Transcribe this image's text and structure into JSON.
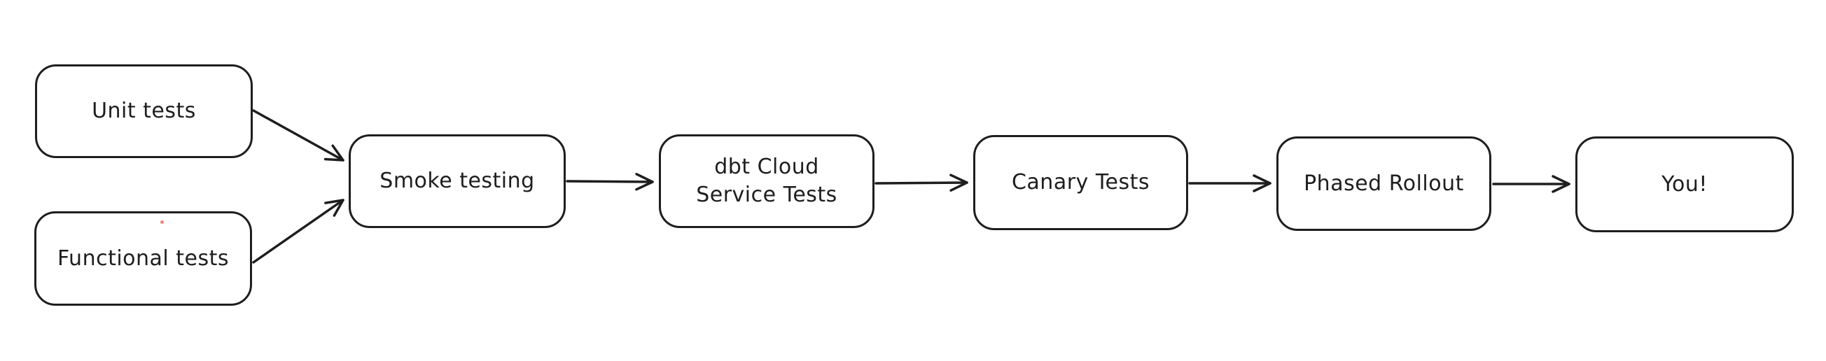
{
  "nodes": [
    {
      "id": "unit-tests",
      "label": "Unit tests"
    },
    {
      "id": "functional-tests",
      "label": "Functional tests"
    },
    {
      "id": "smoke-testing",
      "label": "Smoke testing"
    },
    {
      "id": "dbt-cloud-service-tests",
      "label": "dbt Cloud\nService Tests"
    },
    {
      "id": "canary-tests",
      "label": "Canary Tests"
    },
    {
      "id": "phased-rollout",
      "label": "Phased Rollout"
    },
    {
      "id": "you",
      "label": "You!"
    }
  ],
  "edges": [
    {
      "from": "unit-tests",
      "to": "smoke-testing"
    },
    {
      "from": "functional-tests",
      "to": "smoke-testing"
    },
    {
      "from": "smoke-testing",
      "to": "dbt-cloud-service-tests"
    },
    {
      "from": "dbt-cloud-service-tests",
      "to": "canary-tests"
    },
    {
      "from": "canary-tests",
      "to": "phased-rollout"
    },
    {
      "from": "phased-rollout",
      "to": "you"
    }
  ],
  "colors": {
    "stroke": "#1e1e1e",
    "canvas": "#ffffff",
    "stray_dot": "#ed6e65"
  }
}
